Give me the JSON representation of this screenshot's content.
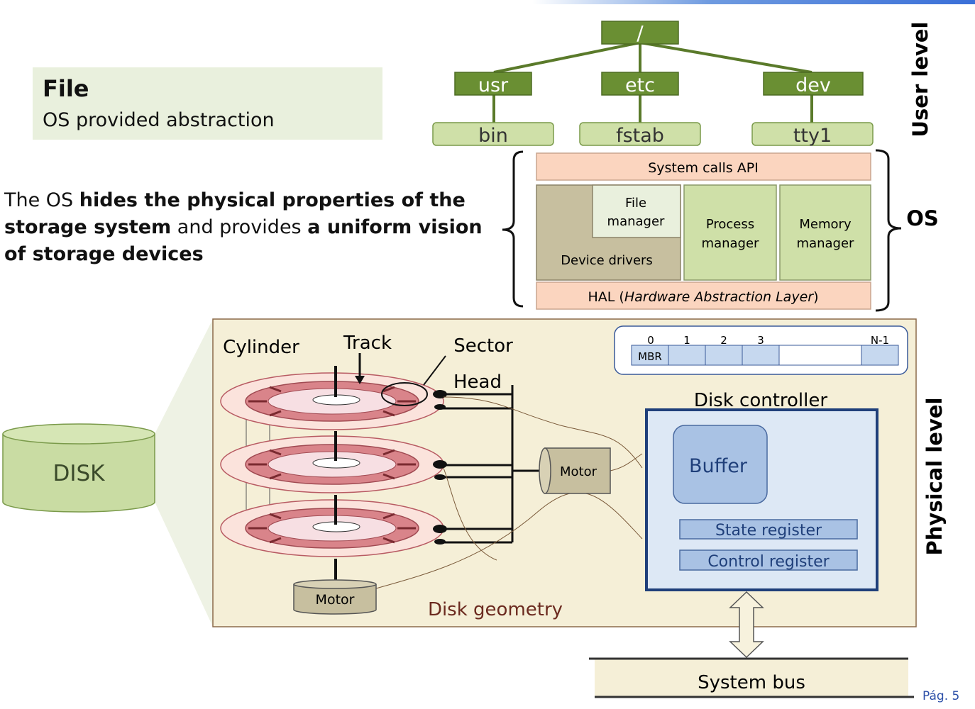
{
  "file_box": {
    "title": "File",
    "subtitle": "OS provided abstraction"
  },
  "paragraph": {
    "p1": "The OS ",
    "b1": "hides the physical properties of the storage system",
    "p2": " and provides ",
    "b2": "a uniform vision of storage devices"
  },
  "tree": {
    "root": "/",
    "dirs": [
      "usr",
      "etc",
      "dev"
    ],
    "files": [
      "bin",
      "fstab",
      "tty1"
    ]
  },
  "os": {
    "syscalls": "System calls API",
    "file_manager": "File manager",
    "device_drivers": "Device drivers",
    "process_manager": "Process manager",
    "memory_manager": "Memory manager",
    "hal_prefix": "HAL (",
    "hal_italic": "Hardware Abstraction Layer",
    "hal_suffix": ")"
  },
  "levels": {
    "user": "User level",
    "os": "OS",
    "physical": "Physical level"
  },
  "disk": {
    "disk_label": "DISK",
    "cylinder": "Cylinder",
    "track": "Track",
    "sector": "Sector",
    "head": "Head",
    "motor": "Motor",
    "geometry": "Disk geometry",
    "sector_indices": [
      "0",
      "1",
      "2",
      "3",
      "N-1"
    ],
    "mbr": "MBR",
    "controller": "Disk controller",
    "buffer": "Buffer",
    "state_register": "State register",
    "control_register": "Control register",
    "system_bus": "System bus"
  },
  "page": "Pág. 5",
  "colors": {
    "tree_dir": "#6a8f33",
    "tree_file": "#cfe0a8",
    "os_orange": "#fbd5bf",
    "os_green": "#cfe0a8",
    "os_khaki": "#c7bf9f",
    "geometry_bg": "#f5efd7",
    "controller_bg": "#dde8f5",
    "platter": "#d9848a",
    "disk_green": "#c9dca3"
  }
}
